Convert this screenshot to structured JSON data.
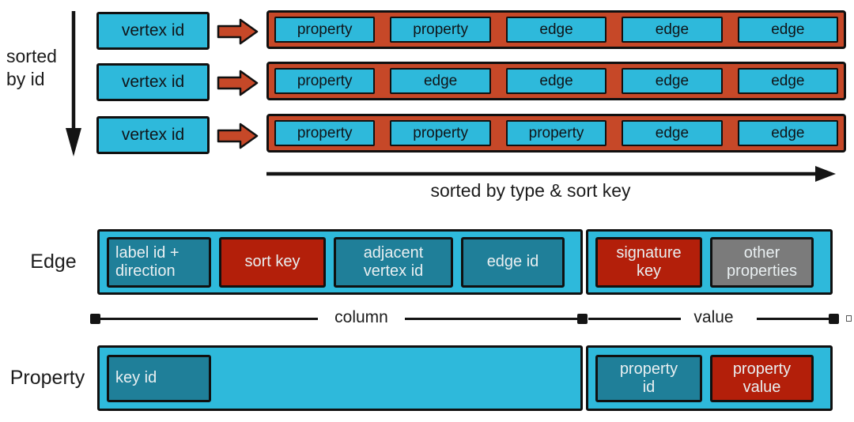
{
  "top": {
    "sort_label": "sorted\nby id",
    "axis_label": "sorted by type & sort key",
    "rows": [
      {
        "vertex": "vertex id",
        "cells": [
          "property",
          "property",
          "edge",
          "edge",
          "edge"
        ]
      },
      {
        "vertex": "vertex id",
        "cells": [
          "property",
          "edge",
          "edge",
          "edge",
          "edge"
        ]
      },
      {
        "vertex": "vertex id",
        "cells": [
          "property",
          "property",
          "property",
          "edge",
          "edge"
        ]
      }
    ]
  },
  "edge_row": {
    "label": "Edge",
    "column_cells": [
      {
        "text": "label id +\ndirection",
        "color": "teal",
        "align": "left"
      },
      {
        "text": "sort key",
        "color": "red"
      },
      {
        "text": "adjacent\nvertex  id",
        "color": "teal"
      },
      {
        "text": "edge id",
        "color": "teal"
      }
    ],
    "value_cells": [
      {
        "text": "signature\nkey",
        "color": "red"
      },
      {
        "text": "other\nproperties",
        "color": "gray"
      }
    ]
  },
  "property_row": {
    "label": "Property",
    "column_cells": [
      {
        "text": "key id",
        "color": "teal",
        "align": "left"
      }
    ],
    "value_cells": [
      {
        "text": "property\nid",
        "color": "teal"
      },
      {
        "text": "property\nvalue",
        "color": "red"
      }
    ]
  },
  "measure": {
    "column_label": "column",
    "value_label": "value"
  },
  "icons": {
    "down_arrow": "down-arrow",
    "block_arrow": "right-block-arrow",
    "axis_arrow": "right-arrow",
    "square_marker": "square-marker"
  },
  "colors": {
    "cyan": "#2eb9db",
    "red_bar": "#c64828",
    "red_dark": "#b31f0a",
    "teal": "#1f7f99",
    "gray": "#7b7b7b",
    "ink": "#141414",
    "light_text": "#e9eff1"
  }
}
